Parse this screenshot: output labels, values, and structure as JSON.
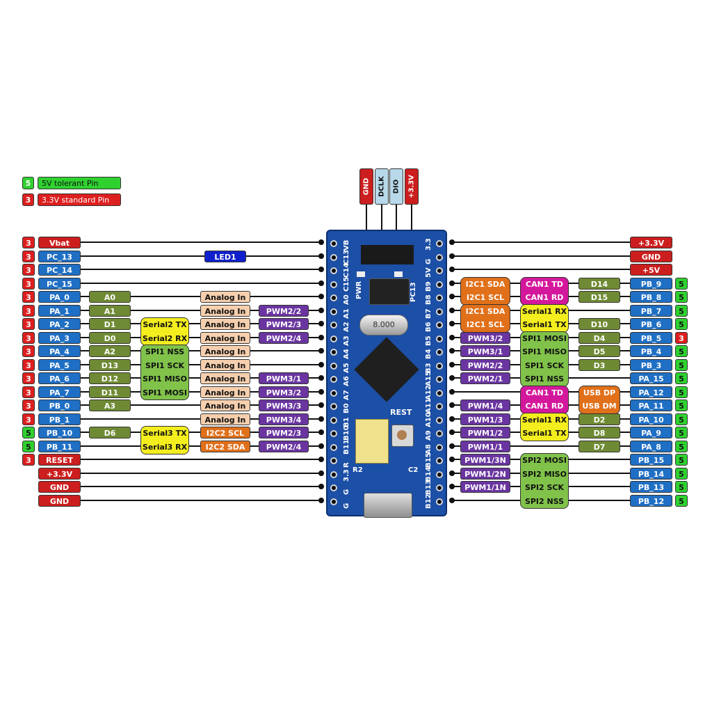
{
  "legend": {
    "tolerant": {
      "num": "5",
      "text": "5V tolerant Pin"
    },
    "standard": {
      "num": "3",
      "text": "3.3V standard Pin"
    }
  },
  "colors": {
    "pin": "#1f6fc4",
    "power": "#cc1e1e",
    "tol5": "#2fd12f",
    "std3": "#dd1f1f",
    "arduino": "#6f8a34",
    "analog": "#f6cfae",
    "pwm": "#6a35a0",
    "serial": "#f4ee1f",
    "spi": "#80c24a",
    "i2c": "#e0701a",
    "can": "#d4189c",
    "led": "#1020cc",
    "board": "#1c4fa6",
    "header_gnd": "#cc1e1e",
    "header_sig": "#b7d9ea"
  },
  "led_label": "LED1",
  "top_header": [
    "GND",
    "DCLK",
    "DIO",
    "+3.3V"
  ],
  "left_rows": [
    {
      "tol": "3",
      "pin": "Vbat",
      "type": "power"
    },
    {
      "tol": "3",
      "pin": "PC_13",
      "type": "pin"
    },
    {
      "tol": "3",
      "pin": "PC_14",
      "type": "pin"
    },
    {
      "tol": "3",
      "pin": "PC_15",
      "type": "pin"
    },
    {
      "tol": "3",
      "pin": "PA_0",
      "type": "pin",
      "ard": "A0",
      "analog": "Analog In"
    },
    {
      "tol": "3",
      "pin": "PA_1",
      "type": "pin",
      "ard": "A1",
      "analog": "Analog In",
      "pwm": "PWM2/2"
    },
    {
      "tol": "3",
      "pin": "PA_2",
      "type": "pin",
      "ard": "D1",
      "analog": "Analog In",
      "pwm": "PWM2/3"
    },
    {
      "tol": "3",
      "pin": "PA_3",
      "type": "pin",
      "ard": "D0",
      "analog": "Analog In",
      "pwm": "PWM2/4"
    },
    {
      "tol": "3",
      "pin": "PA_4",
      "type": "pin",
      "ard": "A2",
      "analog": "Analog In"
    },
    {
      "tol": "3",
      "pin": "PA_5",
      "type": "pin",
      "ard": "D13",
      "analog": "Analog In"
    },
    {
      "tol": "3",
      "pin": "PA_6",
      "type": "pin",
      "ard": "D12",
      "analog": "Analog In",
      "pwm": "PWM3/1"
    },
    {
      "tol": "3",
      "pin": "PA_7",
      "type": "pin",
      "ard": "D11",
      "analog": "Analog In",
      "pwm": "PWM3/2"
    },
    {
      "tol": "3",
      "pin": "PB_0",
      "type": "pin",
      "ard": "A3",
      "analog": "Analog In",
      "pwm": "PWM3/3"
    },
    {
      "tol": "3",
      "pin": "PB_1",
      "type": "pin",
      "analog": "Analog In",
      "pwm": "PWM3/4"
    },
    {
      "tol": "5",
      "pin": "PB_10",
      "type": "pin",
      "ard": "D6",
      "i2c": "I2C2 SCL",
      "pwm": "PWM2/3"
    },
    {
      "tol": "5",
      "pin": "PB_11",
      "type": "pin",
      "i2c": "I2C2 SDA",
      "pwm": "PWM2/4"
    },
    {
      "tol": "3",
      "pin": "RESET",
      "type": "power"
    },
    {
      "pin": "+3.3V",
      "type": "power"
    },
    {
      "pin": "GND",
      "type": "power"
    },
    {
      "pin": "GND",
      "type": "power"
    }
  ],
  "left_groups": [
    {
      "kind": "serial",
      "row": 6,
      "items": [
        "Serial2 TX",
        "Serial2 RX"
      ]
    },
    {
      "kind": "spi",
      "row": 8,
      "items": [
        "SPI1 NSS",
        "SPI1 SCK",
        "SPI1 MISO",
        "SPI1 MOSI"
      ]
    },
    {
      "kind": "serial",
      "row": 14,
      "items": [
        "Serial3 TX",
        "Serial3 RX"
      ]
    }
  ],
  "right_rows": [
    {
      "pin": "+3.3V",
      "type": "power"
    },
    {
      "pin": "GND",
      "type": "power"
    },
    {
      "pin": "+5V",
      "type": "power"
    },
    {
      "tol": "5",
      "pin": "PB_9",
      "type": "pin",
      "ard": "D14"
    },
    {
      "tol": "5",
      "pin": "PB_8",
      "type": "pin",
      "ard": "D15"
    },
    {
      "tol": "5",
      "pin": "PB_7",
      "type": "pin"
    },
    {
      "tol": "5",
      "pin": "PB_6",
      "type": "pin",
      "ard": "D10"
    },
    {
      "tol": "3",
      "pin": "PB_5",
      "type": "pin",
      "pwm": "PWM3/2",
      "ard": "D4"
    },
    {
      "tol": "5",
      "pin": "PB_4",
      "type": "pin",
      "pwm": "PWM3/1",
      "ard": "D5"
    },
    {
      "tol": "5",
      "pin": "PB_3",
      "type": "pin",
      "pwm": "PWM2/2",
      "ard": "D3"
    },
    {
      "tol": "5",
      "pin": "PA_15",
      "type": "pin",
      "pwm": "PWM2/1"
    },
    {
      "tol": "5",
      "pin": "PA_12",
      "type": "pin"
    },
    {
      "tol": "5",
      "pin": "PA_11",
      "type": "pin",
      "pwm": "PWM1/4"
    },
    {
      "tol": "5",
      "pin": "PA_10",
      "type": "pin",
      "pwm": "PWM1/3",
      "ard": "D2"
    },
    {
      "tol": "5",
      "pin": "PA_9",
      "type": "pin",
      "pwm": "PWM1/2",
      "ard": "D8"
    },
    {
      "tol": "5",
      "pin": "PA_8",
      "type": "pin",
      "pwm": "PWM1/1",
      "ard": "D7"
    },
    {
      "tol": "5",
      "pin": "PB_15",
      "type": "pin",
      "pwm": "PWM1/3N"
    },
    {
      "tol": "5",
      "pin": "PB_14",
      "type": "pin",
      "pwm": "PWM1/2N"
    },
    {
      "tol": "5",
      "pin": "PB_13",
      "type": "pin",
      "pwm": "PWM1/1N"
    },
    {
      "tol": "5",
      "pin": "PB_12",
      "type": "pin"
    }
  ],
  "right_groups": [
    {
      "kind": "i2c",
      "row": 3,
      "items": [
        "I2C1 SDA",
        "I2C1 SCL"
      ]
    },
    {
      "kind": "can",
      "row": 3,
      "items": [
        "CAN1 TD",
        "CAN1 RD"
      ]
    },
    {
      "kind": "i2c",
      "row": 5,
      "items": [
        "I2C1 SDA",
        "I2C1 SCL"
      ]
    },
    {
      "kind": "serial",
      "row": 5,
      "items": [
        "Serial1 RX",
        "Serial1 TX"
      ]
    },
    {
      "kind": "spi",
      "row": 7,
      "items": [
        "SPI1 MOSI",
        "SPI1 MISO",
        "SPI1 SCK",
        "SPI1 NSS"
      ]
    },
    {
      "kind": "can",
      "row": 11,
      "items": [
        "CAN1 TD",
        "CAN1 RD"
      ]
    },
    {
      "kind": "i2c",
      "row": 11,
      "items": [
        "USB DP",
        "USB DM"
      ]
    },
    {
      "kind": "serial",
      "row": 13,
      "items": [
        "Serial1 RX",
        "Serial1 TX"
      ]
    },
    {
      "kind": "spi",
      "row": 16,
      "items": [
        "SPI2 MOSI",
        "SPI2 MISO",
        "SPI2 SCK",
        "SPI2 NSS"
      ]
    }
  ],
  "board": {
    "left_silk": [
      "VB",
      "C13",
      "C14",
      "C15",
      "A0",
      "A1",
      "A2",
      "A3",
      "A4",
      "A5",
      "A6",
      "A7",
      "B0",
      "B1",
      "B10",
      "B11",
      "R",
      "3.3",
      "G",
      "G"
    ],
    "right_silk": [
      "3.3",
      "G",
      "5V",
      "B9",
      "B8",
      "B7",
      "B6",
      "B5",
      "B4",
      "B3",
      "A15",
      "A12",
      "A11",
      "A10",
      "A9",
      "A8",
      "B15",
      "B14",
      "B13",
      "B12"
    ],
    "crystal": "8.000",
    "rest": "REST",
    "pwr": "PWR",
    "pc13": "PC13",
    "r2": "R2",
    "c2": "C2"
  }
}
